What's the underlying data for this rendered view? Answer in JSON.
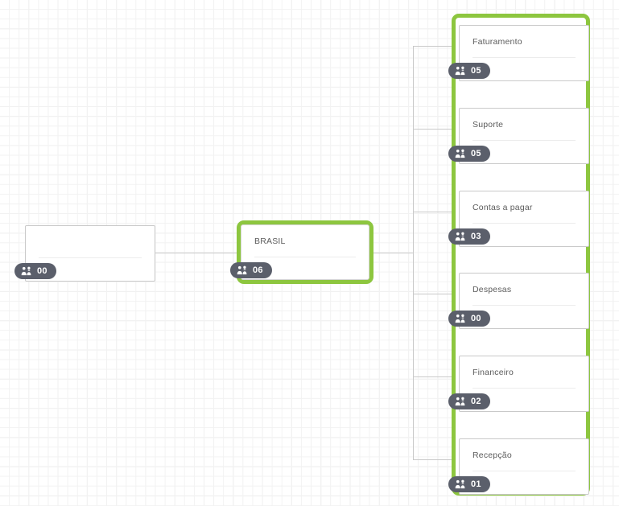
{
  "chart_data": {
    "type": "diagram",
    "diagram_kind": "org-chart",
    "title": "",
    "orientation": "left-to-right",
    "nodes": [
      {
        "id": "root",
        "label": "",
        "members": "00",
        "highlighted": false,
        "level": 0
      },
      {
        "id": "brasil",
        "label": "BRASIL",
        "members": "06",
        "highlighted": true,
        "level": 1
      },
      {
        "id": "faturamento",
        "label": "Faturamento",
        "members": "05",
        "highlighted": true,
        "level": 2
      },
      {
        "id": "suporte",
        "label": "Suporte",
        "members": "05",
        "highlighted": true,
        "level": 2
      },
      {
        "id": "contas-a-pagar",
        "label": "Contas a pagar",
        "members": "03",
        "highlighted": true,
        "level": 2
      },
      {
        "id": "despesas",
        "label": "Despesas",
        "members": "00",
        "highlighted": true,
        "level": 2
      },
      {
        "id": "financeiro",
        "label": "Financeiro",
        "members": "02",
        "highlighted": true,
        "level": 2
      },
      {
        "id": "recepcao",
        "label": "Recepção",
        "members": "01",
        "highlighted": true,
        "level": 2
      }
    ],
    "edges": [
      {
        "from": "root",
        "to": "brasil"
      },
      {
        "from": "brasil",
        "to": "faturamento"
      },
      {
        "from": "brasil",
        "to": "suporte"
      },
      {
        "from": "brasil",
        "to": "contas-a-pagar"
      },
      {
        "from": "brasil",
        "to": "despesas"
      },
      {
        "from": "brasil",
        "to": "financeiro"
      },
      {
        "from": "brasil",
        "to": "recepcao"
      }
    ]
  },
  "canvas": {
    "background_color": "#ffffff",
    "grid_color": "#ececec",
    "connector_color": "#c9c9c9",
    "highlight_color": "#8dc63f",
    "badge_color": "#5b5f6b",
    "card_border_color": "#c9c9c9",
    "title_color": "#5b5b5b"
  },
  "nodes": {
    "root": {
      "title": "",
      "members": "00",
      "icon": "people-icon"
    },
    "brasil": {
      "title": "BRASIL",
      "members": "06",
      "icon": "people-icon"
    },
    "faturamento": {
      "title": "Faturamento",
      "members": "05",
      "icon": "people-icon"
    },
    "suporte": {
      "title": "Suporte",
      "members": "05",
      "icon": "people-icon"
    },
    "contas_a_pagar": {
      "title": "Contas a pagar",
      "members": "03",
      "icon": "people-icon"
    },
    "despesas": {
      "title": "Despesas",
      "members": "00",
      "icon": "people-icon"
    },
    "financeiro": {
      "title": "Financeiro",
      "members": "02",
      "icon": "people-icon"
    },
    "recepcao": {
      "title": "Recepção",
      "members": "01",
      "icon": "people-icon"
    }
  }
}
